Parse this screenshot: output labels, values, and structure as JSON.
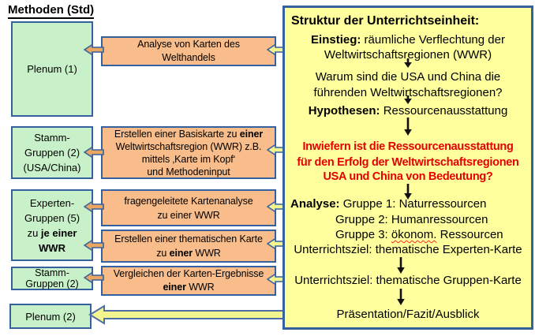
{
  "methods": {
    "title": "Methoden (Std)",
    "boxes": [
      {
        "id": "plenum-1",
        "lines": [
          [
            {
              "t": "Plenum (1)"
            }
          ]
        ]
      },
      {
        "id": "stamm-gruppen-1",
        "lines": [
          [
            {
              "t": "Stamm-"
            }
          ],
          [
            {
              "t": "Gruppen (2)"
            }
          ],
          [
            {
              "t": "(USA/China)"
            }
          ]
        ]
      },
      {
        "id": "experten-gruppen",
        "lines": [
          [
            {
              "t": "Experten-"
            }
          ],
          [
            {
              "t": "Gruppen (5)"
            }
          ],
          [
            {
              "t": "zu "
            },
            {
              "t": "je einer",
              "b": true
            }
          ],
          [
            {
              "t": "WWR",
              "b": true
            }
          ]
        ]
      },
      {
        "id": "stamm-gruppen-2",
        "lines": [
          [
            {
              "t": "Stamm-"
            }
          ],
          [
            {
              "t": "Gruppen (2)"
            }
          ]
        ]
      },
      {
        "id": "plenum-2",
        "lines": [
          [
            {
              "t": "Plenum (2)"
            }
          ]
        ]
      }
    ]
  },
  "activities": {
    "boxes": [
      {
        "id": "karten-welthandel",
        "lines": [
          [
            {
              "t": "Analyse von Karten des"
            }
          ],
          [
            {
              "t": "Welthandels"
            }
          ]
        ]
      },
      {
        "id": "basiskarte",
        "lines": [
          [
            {
              "t": "Erstellen einer Basiskarte zu "
            },
            {
              "t": "einer",
              "b": true
            }
          ],
          [
            {
              "t": "Weltwirtschaftsregion (WWR) z.B."
            }
          ],
          [
            {
              "t": "mittels ‚Karte im Kopf‘"
            }
          ],
          [
            {
              "t": "und Methodeninput"
            }
          ]
        ]
      },
      {
        "id": "kartenanalyse",
        "lines": [
          [
            {
              "t": "fragengeleitete Kartenanalyse"
            }
          ],
          [
            {
              "t": "zu einer WWR"
            }
          ]
        ]
      },
      {
        "id": "thematische-karte",
        "lines": [
          [
            {
              "t": "Erstellen einer thematischen Karte"
            }
          ],
          [
            {
              "t": "zu "
            },
            {
              "t": "einer",
              "b": true
            },
            {
              "t": " WWR"
            }
          ]
        ]
      },
      {
        "id": "vergleichen",
        "lines": [
          [
            {
              "t": "Vergleichen der Karten-Ergebnisse"
            }
          ],
          [
            {
              "t": "einer",
              "b": true
            },
            {
              "t": " WWR"
            }
          ]
        ]
      }
    ]
  },
  "structure_panel": {
    "title": "Struktur der Unterrichtseinheit:",
    "lines": {
      "einstieg_1": [
        {
          "t": "Einstieg:",
          "b": true
        },
        {
          "t": " räumliche Verflechtung der"
        }
      ],
      "einstieg_2": [
        {
          "t": "Weltwirtschaftsregionen (WWR)"
        }
      ],
      "warum_1": [
        {
          "t": "Warum sind die USA und China die"
        }
      ],
      "warum_2": [
        {
          "t": "führenden Weltwirtschaftsregionen?"
        }
      ],
      "hypothesen": [
        {
          "t": "Hypothesen:",
          "b": true
        },
        {
          "t": " Ressourcenausstattung"
        }
      ],
      "leitfrage_1": [
        {
          "t": "Inwiefern ist die Ressourcenausstattung"
        }
      ],
      "leitfrage_2": [
        {
          "t": "für den Erfolg der Weltwirtschaftsregionen"
        }
      ],
      "leitfrage_3": [
        {
          "t": "USA und China von Bedeutung?"
        }
      ],
      "analyse_1": [
        {
          "t": "Analyse:",
          "b": true
        },
        {
          "t": " Gruppe 1:  Naturressourcen"
        }
      ],
      "analyse_2": [
        {
          "t": "Gruppe 2:  Humanressourcen"
        }
      ],
      "analyse_3": [
        {
          "t": "Gruppe 3:  "
        },
        {
          "t": "ökonom.",
          "u": true
        },
        {
          "t": " Ressourcen"
        }
      ],
      "ziel_experten": [
        {
          "t": "Unterrichtsziel: thematische Experten-Karte"
        }
      ],
      "ziel_gruppen": [
        {
          "t": "Unterrichtsziel: thematische Gruppen-Karte"
        }
      ],
      "praesentation": [
        {
          "t": "Präsentation/Fazit/Ausblick"
        }
      ]
    }
  },
  "icons": {
    "down_arrow": "↓",
    "left_block_arrow": "⇦"
  },
  "colors": {
    "green_fill": "#c9f1c9",
    "orange_fill": "#f8bd8b",
    "yellow_fill": "#ffff9e",
    "border_blue": "#35619e",
    "question_red": "#e60000",
    "arrow_orange_fill": "#eaa55e",
    "arrow_yellow_fill": "#f3f58e",
    "black_text": "#000000"
  }
}
